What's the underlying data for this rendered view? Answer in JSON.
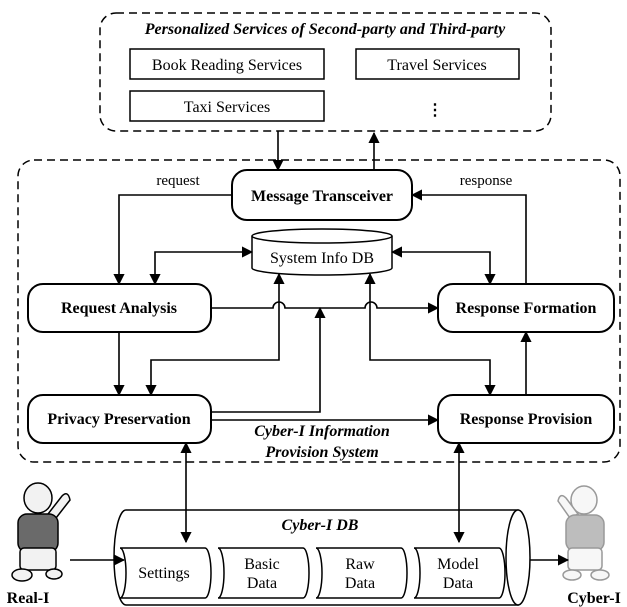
{
  "top_group": {
    "title": "Personalized Services of Second-party and Third-party",
    "services": [
      "Book Reading Services",
      "Travel Services",
      "Taxi Services"
    ],
    "more": "⋮"
  },
  "system": {
    "title_line1": "Cyber-I Information",
    "title_line2": "Provision System",
    "message_transceiver": "Message Transceiver",
    "system_info_db": "System Info DB",
    "request_analysis": "Request Analysis",
    "response_formation": "Response Formation",
    "privacy_preservation": "Privacy Preservation",
    "response_provision": "Response Provision",
    "request_label": "request",
    "response_label": "response"
  },
  "cyber_db": {
    "title": "Cyber-I DB",
    "settings": "Settings",
    "basic_line1": "Basic",
    "basic_line2": "Data",
    "raw_line1": "Raw",
    "raw_line2": "Data",
    "model_line1": "Model",
    "model_line2": "Data"
  },
  "actors": {
    "left": "Real-I",
    "right": "Cyber-I"
  }
}
